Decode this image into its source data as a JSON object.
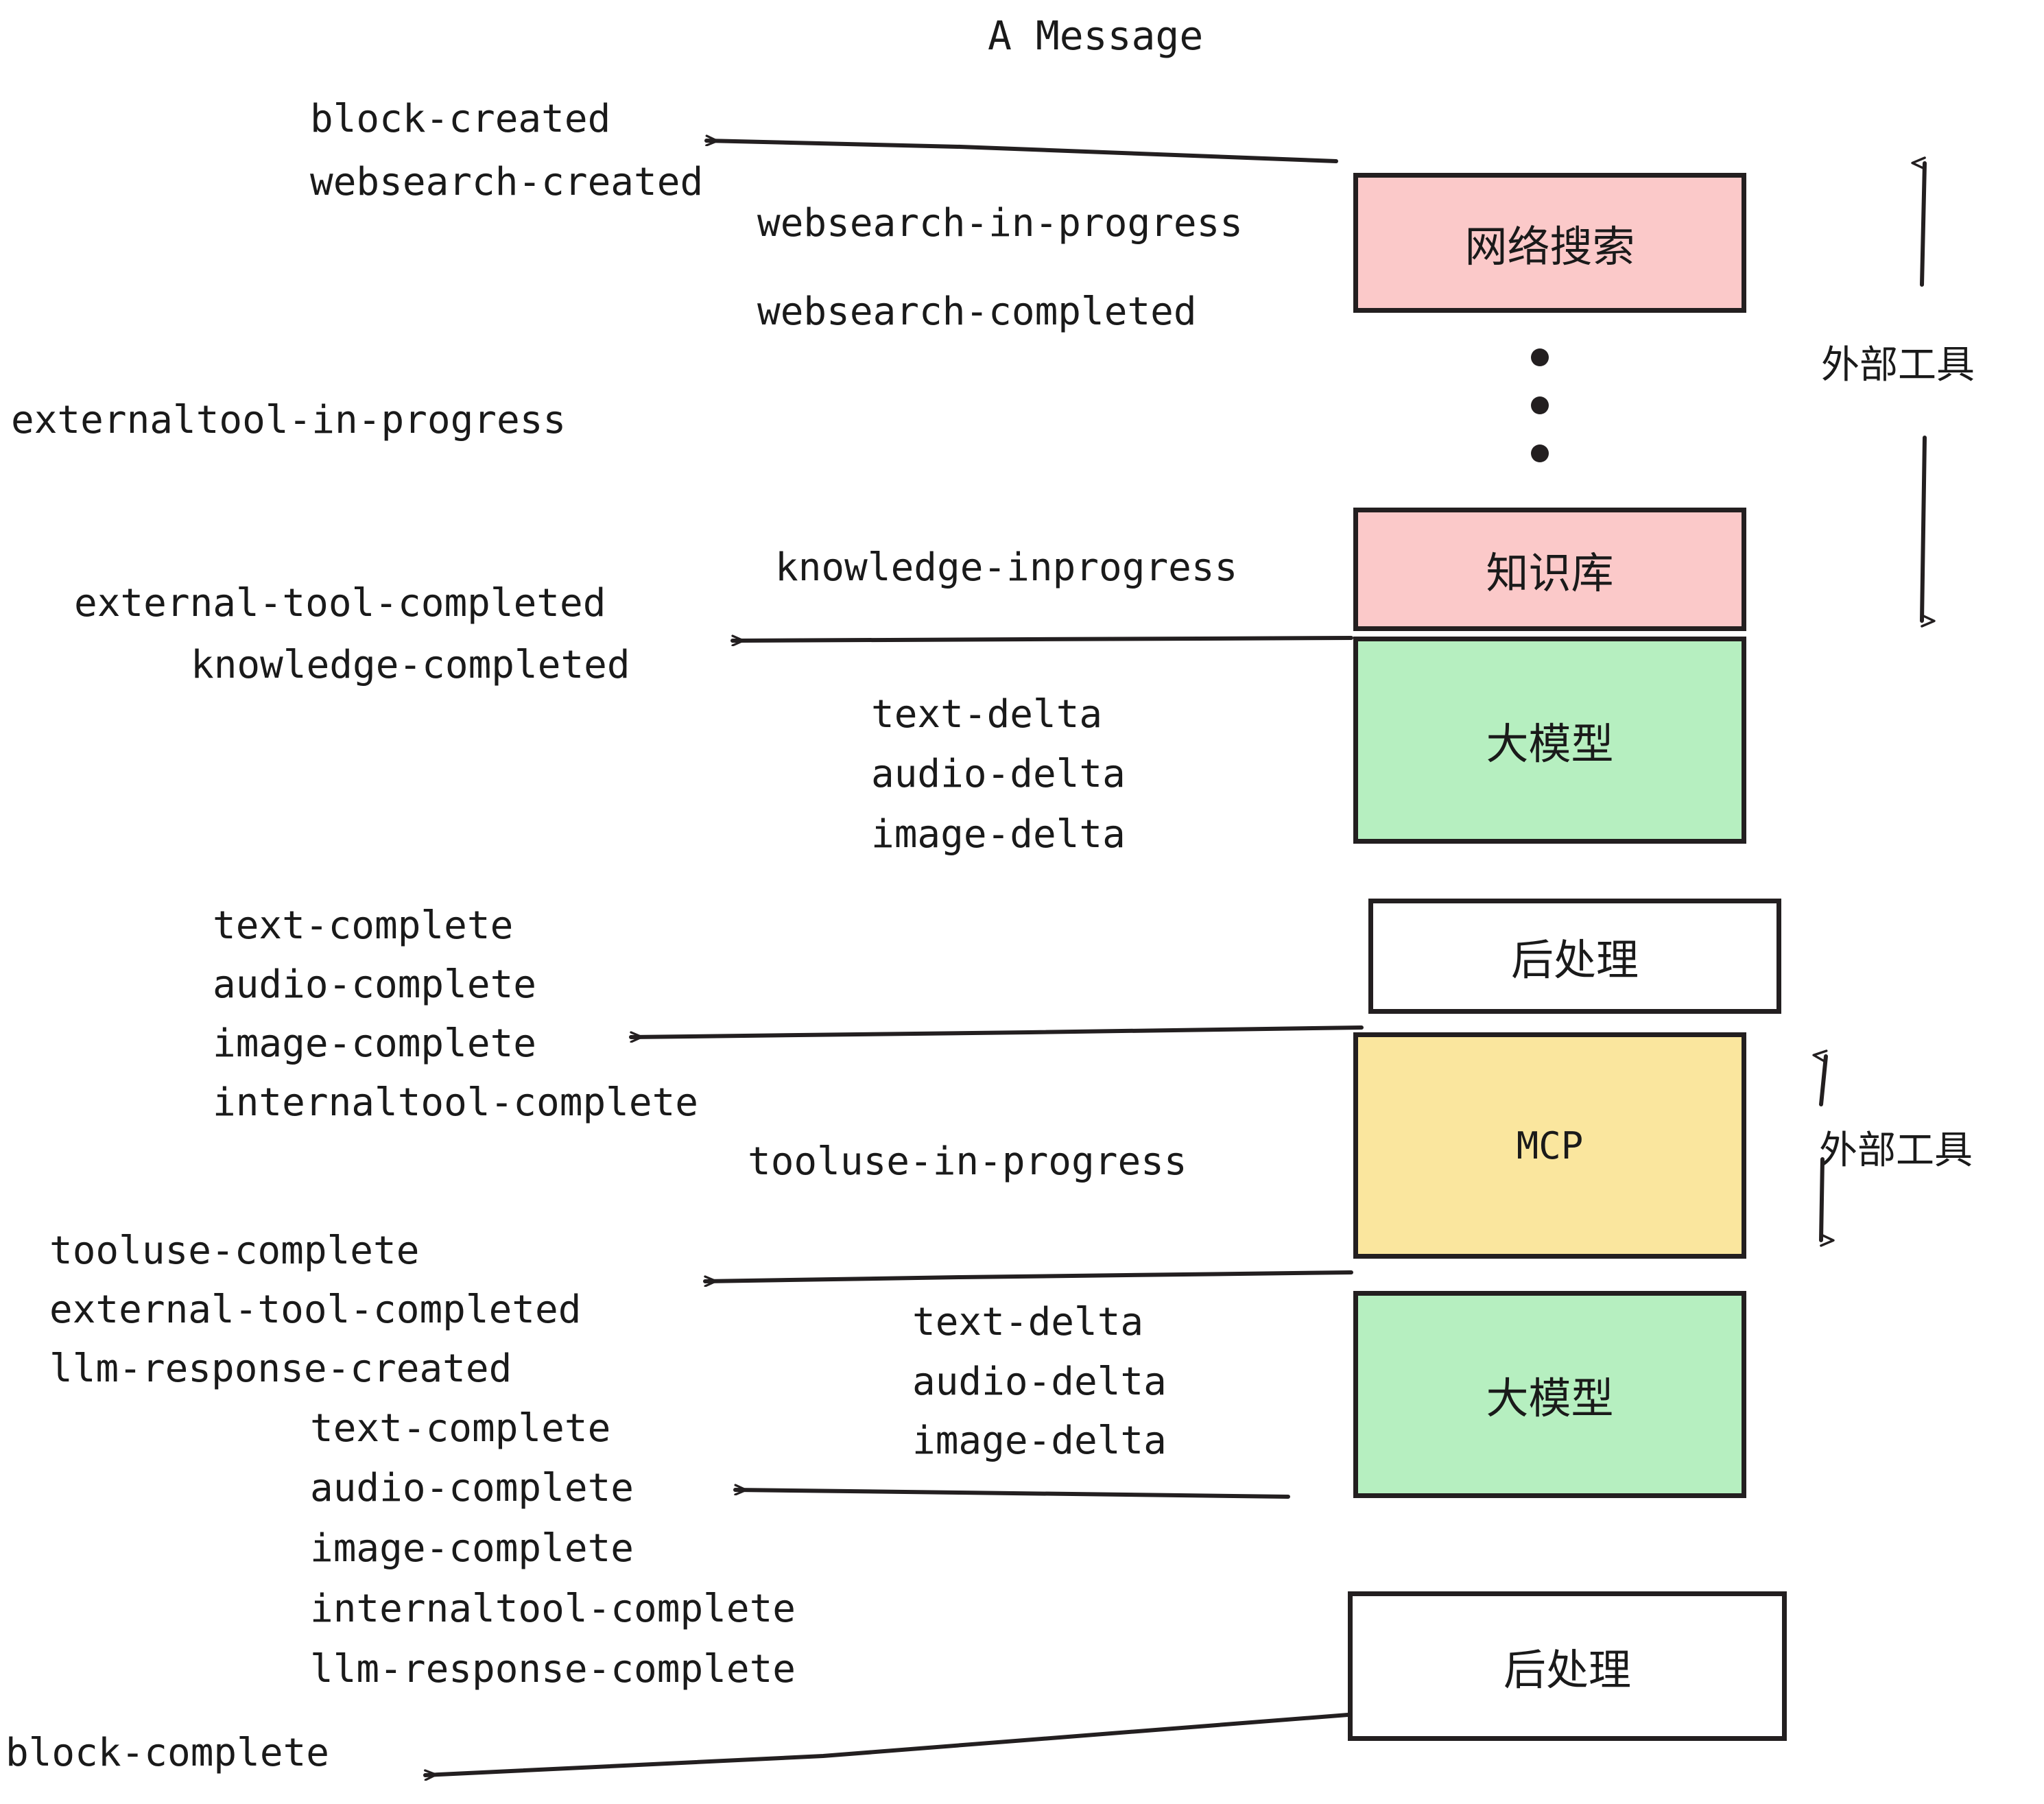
{
  "diagram": {
    "title": "A Message",
    "background": "#ffffff",
    "stroke_color": "#231f20",
    "palette": {
      "pink": "#fbc9c9",
      "green": "#b6efc0",
      "yellow": "#fae69e",
      "white": "#ffffff"
    }
  },
  "nodes": [
    {
      "id": "websearch",
      "label": "网络搜索",
      "fill": "#fbc9c9",
      "script": "cjk"
    },
    {
      "id": "knowledge",
      "label": "知识库",
      "fill": "#fbc9c9",
      "script": "cjk"
    },
    {
      "id": "llm-1",
      "label": "大模型",
      "fill": "#b6efc0",
      "script": "cjk"
    },
    {
      "id": "postproc-1",
      "label": "后处理",
      "fill": "#ffffff",
      "script": "cjk"
    },
    {
      "id": "mcp",
      "label": "MCP",
      "fill": "#fae69e",
      "script": "latin"
    },
    {
      "id": "llm-2",
      "label": "大模型",
      "fill": "#b6efc0",
      "script": "cjk"
    },
    {
      "id": "postproc-2",
      "label": "后处理",
      "fill": "#ffffff",
      "script": "cjk"
    }
  ],
  "side_labels": [
    {
      "id": "external-tools-top",
      "text": "外部工具"
    },
    {
      "id": "external-tools-bottom",
      "text": "外部工具"
    }
  ],
  "events": [
    {
      "id": "block-created",
      "text": "block-created"
    },
    {
      "id": "websearch-created",
      "text": "websearch-created"
    },
    {
      "id": "websearch-in-progress",
      "text": "websearch-in-progress"
    },
    {
      "id": "websearch-completed",
      "text": "websearch-completed"
    },
    {
      "id": "externaltool-in-progress",
      "text": "externaltool-in-progress"
    },
    {
      "id": "knowledge-inprogress",
      "text": "knowledge-inprogress"
    },
    {
      "id": "external-tool-completed-1",
      "text": "external-tool-completed"
    },
    {
      "id": "knowledge-completed",
      "text": "knowledge-completed"
    },
    {
      "id": "text-delta-1",
      "text": "text-delta"
    },
    {
      "id": "audio-delta-1",
      "text": "audio-delta"
    },
    {
      "id": "image-delta-1",
      "text": "image-delta"
    },
    {
      "id": "text-complete-1",
      "text": "text-complete"
    },
    {
      "id": "audio-complete-1",
      "text": "audio-complete"
    },
    {
      "id": "image-complete-1",
      "text": "image-complete"
    },
    {
      "id": "internaltool-complete-1",
      "text": "internaltool-complete"
    },
    {
      "id": "tooluse-in-progress",
      "text": "tooluse-in-progress"
    },
    {
      "id": "tooluse-complete",
      "text": "tooluse-complete"
    },
    {
      "id": "external-tool-completed-2",
      "text": "external-tool-completed"
    },
    {
      "id": "llm-response-created",
      "text": "llm-response-created"
    },
    {
      "id": "text-delta-2",
      "text": "text-delta"
    },
    {
      "id": "audio-delta-2",
      "text": "audio-delta"
    },
    {
      "id": "image-delta-2",
      "text": "image-delta"
    },
    {
      "id": "text-complete-2",
      "text": "text-complete"
    },
    {
      "id": "audio-complete-2",
      "text": "audio-complete"
    },
    {
      "id": "image-complete-2",
      "text": "image-complete"
    },
    {
      "id": "internaltool-complete-2",
      "text": "internaltool-complete"
    },
    {
      "id": "llm-response-complete",
      "text": "llm-response-complete"
    },
    {
      "id": "block-complete",
      "text": "block-complete"
    }
  ]
}
